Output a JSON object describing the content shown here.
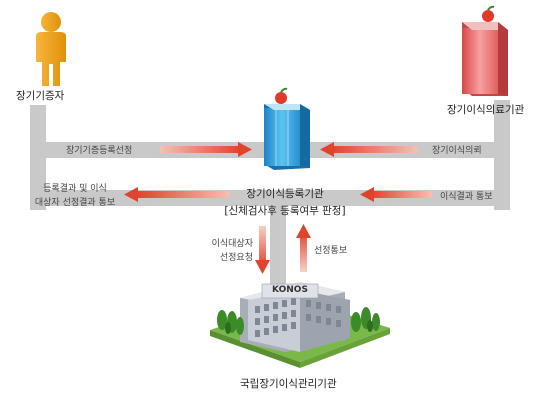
{
  "nodes": {
    "donor": {
      "label": "장기기증자"
    },
    "hospital": {
      "label": "장기이식의료기관"
    },
    "registry": {
      "label_line1": "장기이식등록기관",
      "label_line2": "[신체검사후 등록여부 판정]"
    },
    "konos": {
      "sign": "KONOS",
      "label": "국립장기이식관리기관"
    }
  },
  "flows": {
    "donor_to_registry": "장기기증등록선정",
    "hospital_to_registry": "장기이식의뢰",
    "hospital_result": "이식결과 통보",
    "registry_to_left_line1": "등록결과 및 이식",
    "registry_to_left_line2": "대상자 선정결과 통보",
    "registry_to_konos_line1": "이식대상자",
    "registry_to_konos_line2": "선정요청",
    "konos_to_registry": "선정통보"
  },
  "colors": {
    "track": "#c8c8c8",
    "arrow": "#e04a3a",
    "arrow_light": "#f2a89c",
    "person": "#f2a31b",
    "registry_building": "#3aa8dd",
    "hospital_building": "#ea6a6a"
  }
}
